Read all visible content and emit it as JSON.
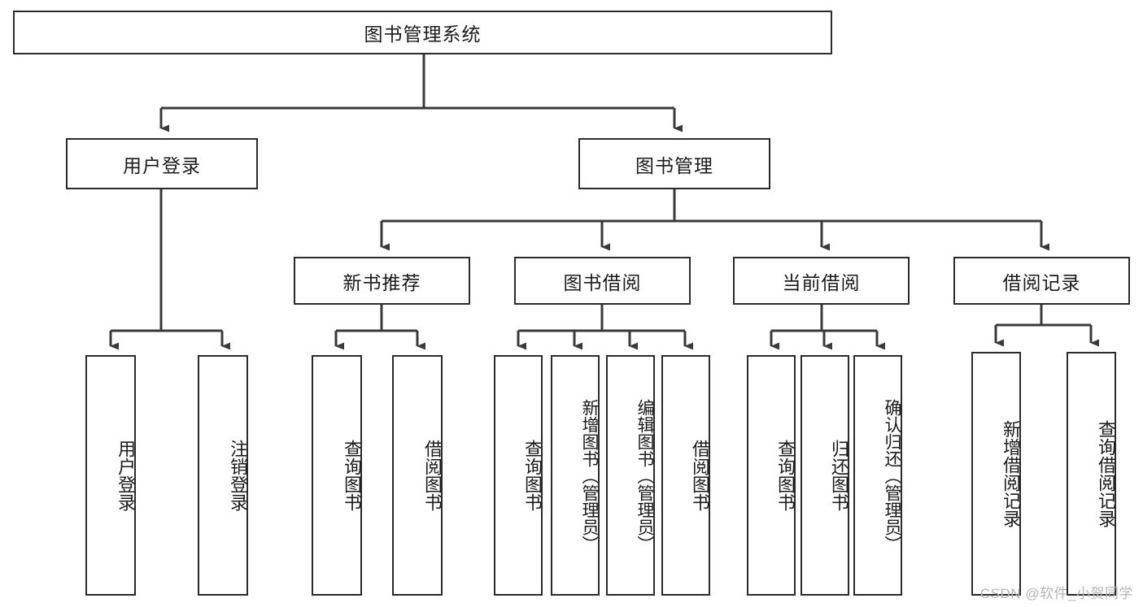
{
  "diagram": {
    "title": "图书管理系统",
    "type": "tree-hierarchy-diagram",
    "colors": {
      "box_border": "#2b2b2b",
      "box_fill": "#ffffff",
      "connector": "#3a3a3a",
      "text": "#1b1b1b",
      "watermark": "#b6b6b6"
    },
    "root": {
      "label": "图书管理系统"
    },
    "level2": [
      {
        "label": "用户登录"
      },
      {
        "label": "图书管理"
      }
    ],
    "level3": [
      {
        "label": "新书推荐"
      },
      {
        "label": "图书借阅"
      },
      {
        "label": "当前借阅"
      },
      {
        "label": "借阅记录"
      }
    ],
    "leaves": {
      "user_login": [
        {
          "label": "用户登录"
        },
        {
          "label": "注销登录"
        }
      ],
      "new_book_recommend": [
        {
          "label": "查询图书"
        },
        {
          "label": "借阅图书"
        }
      ],
      "book_borrow": [
        {
          "label": "查询图书"
        },
        {
          "label": "新增图书（管理员）"
        },
        {
          "label": "编辑图书（管理员）"
        },
        {
          "label": "借阅图书"
        }
      ],
      "current_borrow": [
        {
          "label": "查询图书"
        },
        {
          "label": "归还图书"
        },
        {
          "label": "确认归还（管理员）"
        }
      ],
      "borrow_record": [
        {
          "label": "新增借阅记录"
        },
        {
          "label": "查询借阅记录"
        }
      ]
    }
  },
  "watermark": {
    "text": "CSDN @软件_小贺同学"
  }
}
